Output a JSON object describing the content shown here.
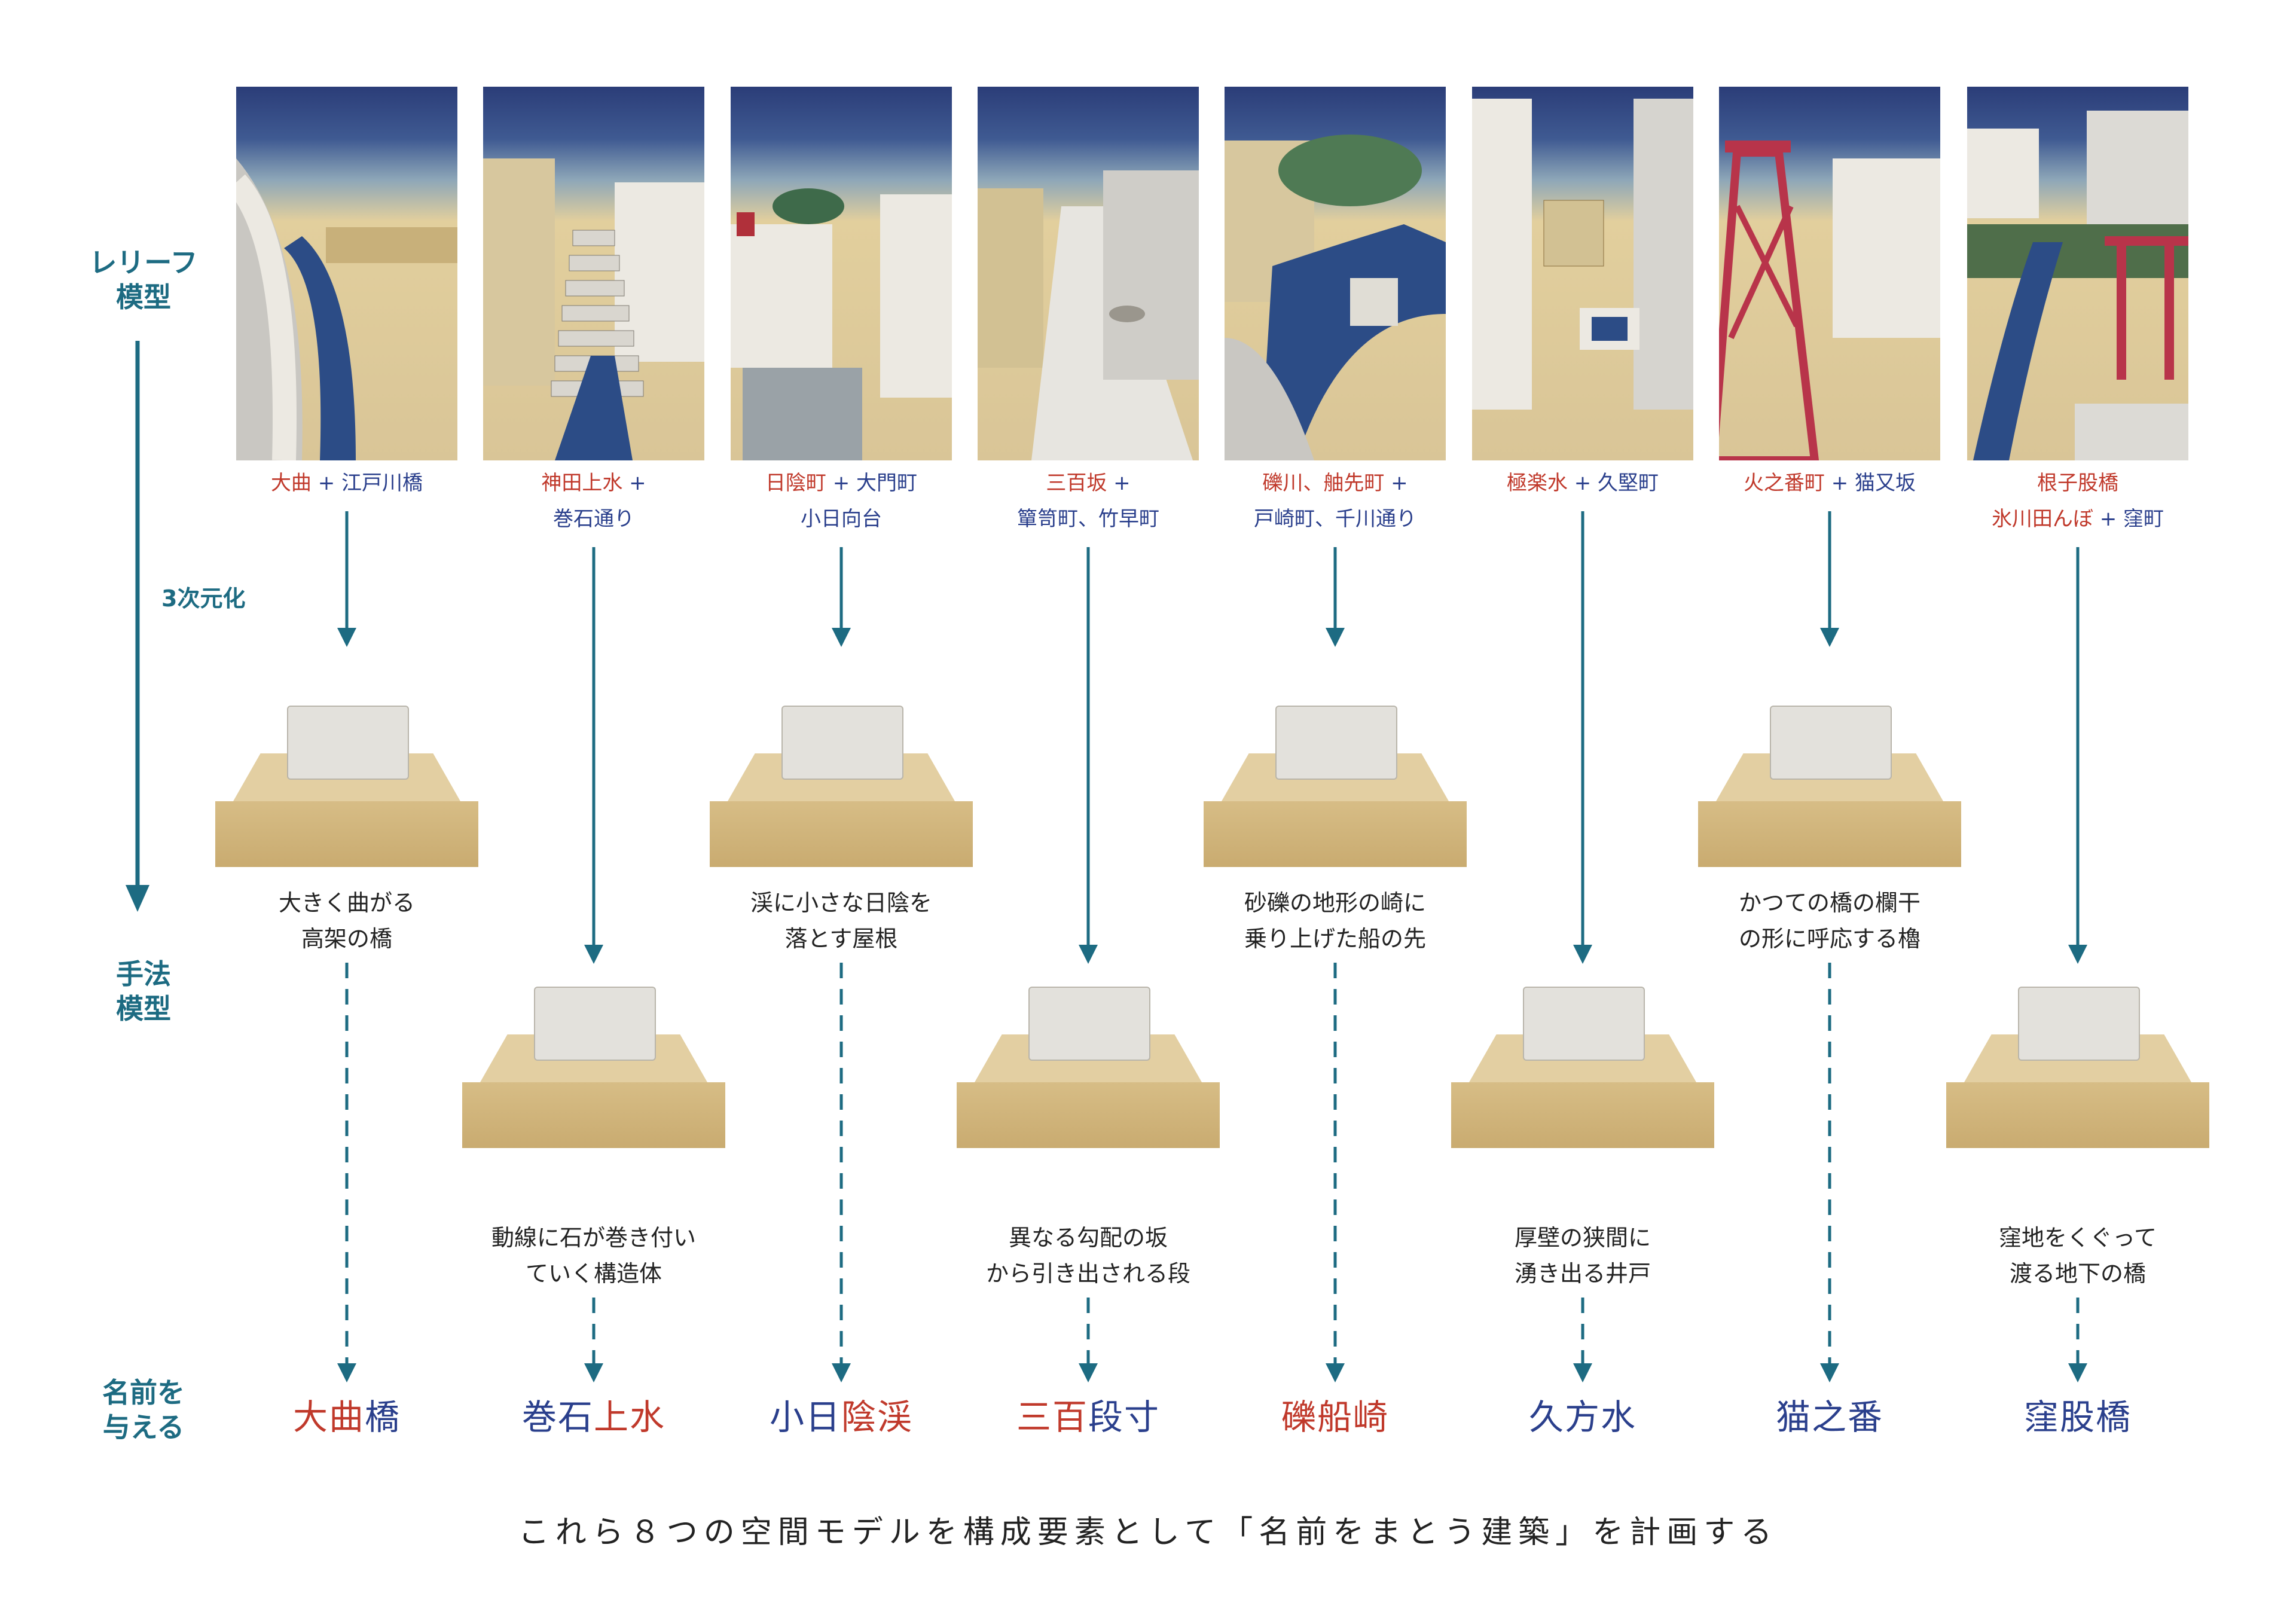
{
  "axis": {
    "relief_label": "レリーフ\n模型",
    "method_label": "手法\n模型",
    "name_label": "名前を\n与える",
    "to3d_label": "3次元化"
  },
  "colors": {
    "teal": "#1d6b82",
    "red": "#c0392b",
    "blue": "#2a3f8c"
  },
  "columns": [
    {
      "cap1": [
        [
          "大曲",
          "red"
        ],
        [
          " + ",
          "plus"
        ],
        [
          "江戸川橋",
          "blue"
        ]
      ],
      "cap2": [],
      "desc": "大きく曲がる\n高架の橋",
      "name": [
        [
          "大曲",
          "red"
        ],
        [
          "橋",
          "blue"
        ]
      ]
    },
    {
      "cap1": [
        [
          "神田上水",
          "red"
        ],
        [
          " +",
          "plus"
        ]
      ],
      "cap2": [
        [
          "巻石通り",
          "blue"
        ]
      ],
      "desc": "動線に石が巻き付い\nていく構造体",
      "name": [
        [
          "巻石",
          "blue"
        ],
        [
          "上水",
          "red"
        ]
      ]
    },
    {
      "cap1": [
        [
          "日陰町",
          "red"
        ],
        [
          " + ",
          "plus"
        ],
        [
          "大門町",
          "blue"
        ]
      ],
      "cap2": [
        [
          "小日向台",
          "blue"
        ]
      ],
      "desc": "渓に小さな日陰を\n落とす屋根",
      "name": [
        [
          "小日",
          "blue"
        ],
        [
          "陰渓",
          "red"
        ]
      ]
    },
    {
      "cap1": [
        [
          "三百坂",
          "red"
        ],
        [
          " +",
          "plus"
        ]
      ],
      "cap2": [
        [
          "簞笥町、竹早町",
          "blue"
        ]
      ],
      "desc": "異なる勾配の坂\nから引き出される段",
      "name": [
        [
          "三百",
          "red"
        ],
        [
          "段寸",
          "blue"
        ]
      ]
    },
    {
      "cap1": [
        [
          "礫川、舳先町",
          "red"
        ],
        [
          " +",
          "plus"
        ]
      ],
      "cap2": [
        [
          "戸崎町、千川通り",
          "blue"
        ]
      ],
      "desc": "砂礫の地形の崎に\n乗り上げた船の先",
      "name": [
        [
          "礫船崎",
          "red"
        ]
      ]
    },
    {
      "cap1": [
        [
          "極楽水",
          "red"
        ],
        [
          " + ",
          "plus"
        ],
        [
          "久堅町",
          "blue"
        ]
      ],
      "cap2": [],
      "desc": "厚壁の狭間に\n湧き出る井戸",
      "name": [
        [
          "久方水",
          "blue"
        ]
      ]
    },
    {
      "cap1": [
        [
          "火之番町",
          "red"
        ],
        [
          " + ",
          "plus"
        ],
        [
          "猫又坂",
          "blue"
        ]
      ],
      "cap2": [],
      "desc": "かつての橋の欄干\nの形に呼応する櫓",
      "name": [
        [
          "猫之番",
          "blue"
        ]
      ]
    },
    {
      "cap1": [
        [
          "根子股橋",
          "red"
        ]
      ],
      "cap2": [
        [
          "氷川田んぼ",
          "red"
        ],
        [
          " + ",
          "plus"
        ],
        [
          "窪町",
          "blue"
        ]
      ],
      "desc": "窪地をくぐって\n渡る地下の橋",
      "name": [
        [
          "窪股橋",
          "blue"
        ]
      ]
    }
  ],
  "footer": "これら８つの空間モデルを構成要素として「名前をまとう建築」を計画する"
}
